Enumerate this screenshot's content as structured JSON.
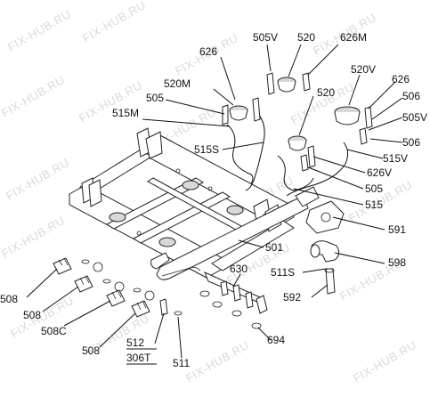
{
  "watermark": {
    "text": "FIX-HUB.RU"
  },
  "labels": {
    "l626a": "626",
    "l505v": "505V",
    "l520a": "520",
    "l626m": "626M",
    "l520m": "520M",
    "l505a": "505",
    "l515m": "515M",
    "l520v": "520V",
    "l626b": "626",
    "l506a": "506",
    "l520b": "520",
    "l505v2": "505V",
    "l506b": "506",
    "l515s": "515S",
    "l515v": "515V",
    "l626v": "626V",
    "l505b": "505",
    "l515": "515",
    "l591": "591",
    "l501": "501",
    "l598": "598",
    "l511s": "511S",
    "l630": "630",
    "l592": "592",
    "l508a": "508",
    "l508b": "508",
    "l508c": "508C",
    "l508d": "508",
    "l512": "512",
    "l306t": "306T",
    "l511": "511",
    "l694": "694"
  }
}
